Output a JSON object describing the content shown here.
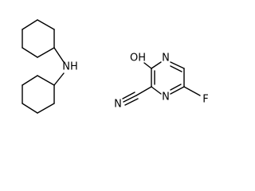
{
  "molecules": [
    {
      "atom_labels": {
        "amine_nitrogen": "NH"
      }
    },
    {
      "atom_labels": {
        "hydroxyl": "OH",
        "ring_nitrogen_top": "N",
        "ring_nitrogen_bottom": "N",
        "nitrile_nitrogen": "N",
        "fluorine": "F"
      }
    }
  ]
}
